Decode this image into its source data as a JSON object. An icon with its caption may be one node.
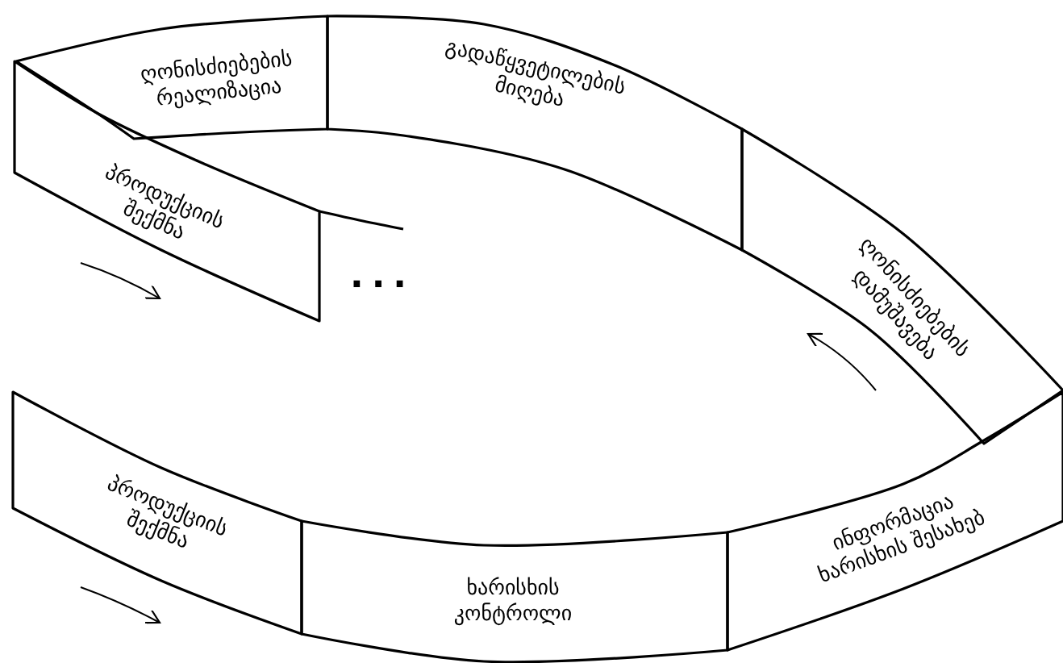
{
  "diagram": {
    "nodes": [
      {
        "text": [
          "ღონისძიებების რეალიზაცია"
        ]
      },
      {
        "text": [
          "გადაწყვეტილების მიღება"
        ]
      },
      {
        "text": [
          "ღონისძიებების დამუშავება"
        ]
      },
      {
        "text": [
          "პროდუქციის შექმნა"
        ]
      },
      {
        "text": [
          "პროდუქციის შექმნა"
        ]
      },
      {
        "text": [
          "ხარისხის კონტროლი"
        ]
      },
      {
        "text": [
          "ინფორმაცია ხარისხის შესახებ"
        ]
      }
    ],
    "labels": [
      "..."
    ]
  }
}
